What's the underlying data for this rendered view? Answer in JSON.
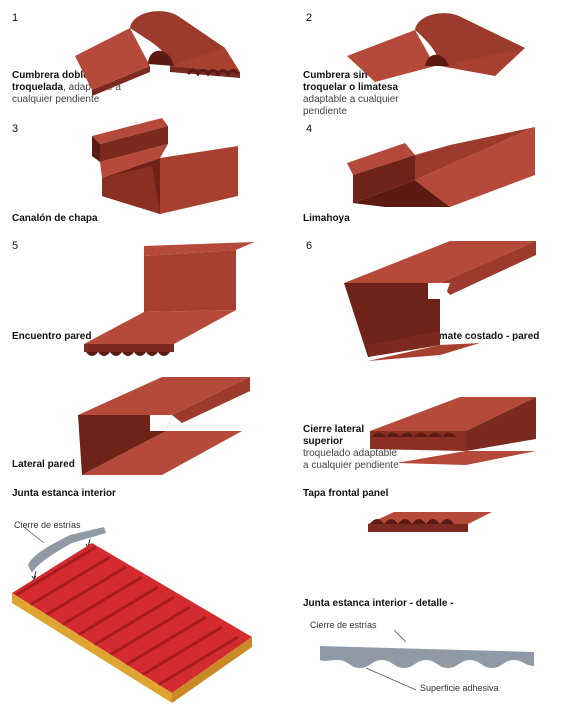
{
  "colors": {
    "red_light": "#b5493a",
    "red_mid": "#9c3a2c",
    "red_dark": "#6f2218",
    "tile_red": "#d42b30",
    "foam_grey": "#8f9aa6"
  },
  "items": [
    {
      "num": "1",
      "title": "Cumbrera doble troquelada",
      "subtitle": ", adaptable a cualquier pendiente"
    },
    {
      "num": "2",
      "title": "Cumbrera sin troquelar o limatesa",
      "subtitle": " adaptable a cualquier pendiente"
    },
    {
      "num": "3",
      "title": "Canalón de chapa",
      "subtitle": ""
    },
    {
      "num": "4",
      "title": "Limahoya",
      "subtitle": ""
    },
    {
      "num": "5",
      "title": "Encuentro pared",
      "subtitle": ""
    },
    {
      "num": "6",
      "title": "Remate costado - pared",
      "subtitle": ""
    },
    {
      "num": "",
      "title": "Lateral pared",
      "subtitle": ""
    },
    {
      "num": "",
      "title": "Cierre lateral superior",
      "subtitle": "troquelado adaptable a cualquier pendiente"
    },
    {
      "num": "",
      "title": "Junta estanca interior",
      "subtitle": ""
    },
    {
      "num": "",
      "title": "Tapa frontal panel",
      "subtitle": ""
    },
    {
      "num": "",
      "title": "Junta estanca interior - detalle -",
      "subtitle": ""
    }
  ],
  "annotations": {
    "cierre_estrias_1": "Cierre de estrías",
    "cierre_estrias_2": "Cierre de estrías",
    "superficie_adhesiva": "Superficie adhesiva"
  }
}
